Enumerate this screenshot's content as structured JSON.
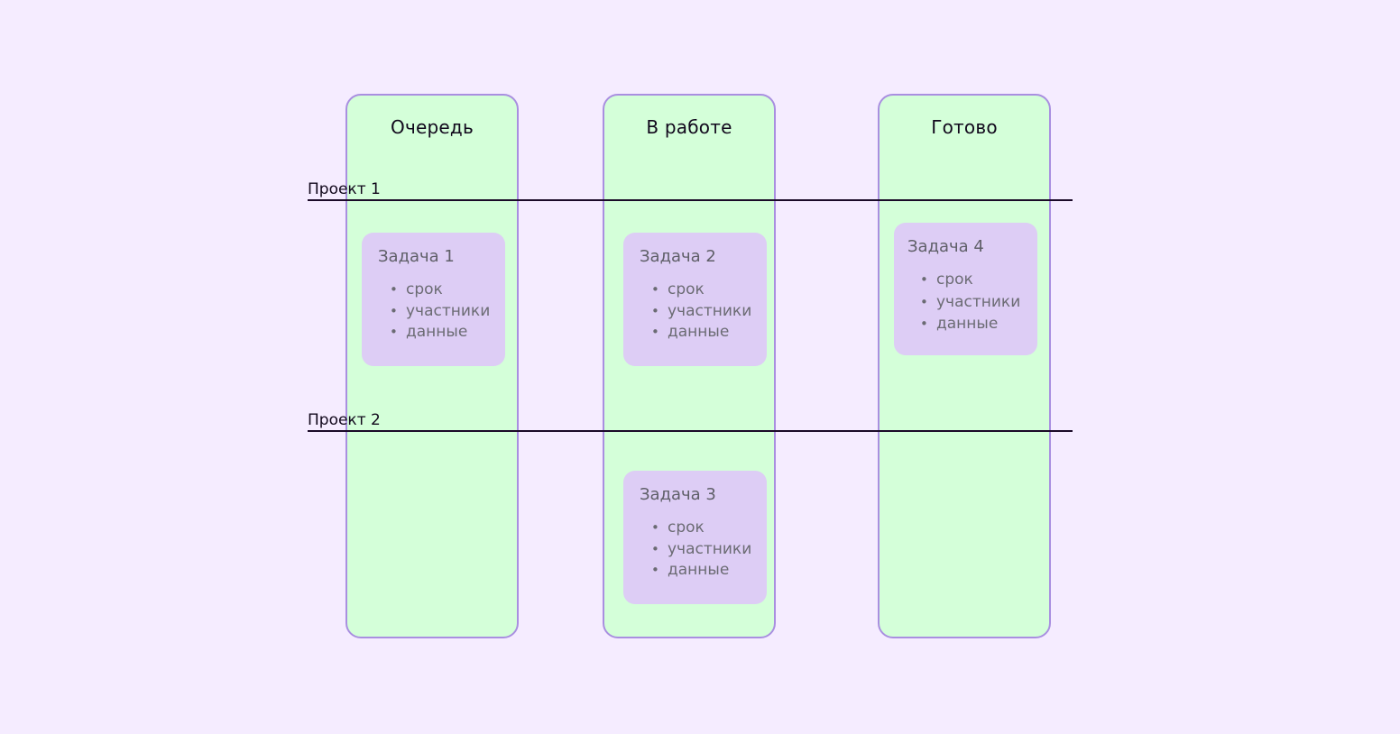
{
  "board": {
    "background_color": "#f5ecff",
    "column_fill_color": "#d4ffd9",
    "column_border_color": "#a98fe0",
    "card_fill_color": "#ddcdf5",
    "divider_color": "#1a0a28",
    "body_text_color": "#6b6b73",
    "columns": [
      {
        "title": "Очередь"
      },
      {
        "title": "В работе"
      },
      {
        "title": "Готово"
      }
    ],
    "lanes": [
      {
        "label": "Проект 1"
      },
      {
        "label": "Проект 2"
      }
    ],
    "cards": [
      {
        "title": "Задача 1",
        "column": "Очередь",
        "lane": "Проект 1",
        "bullet": "•",
        "items": [
          "срок",
          "участники",
          "данные"
        ]
      },
      {
        "title": "Задача 2",
        "column": "В работе",
        "lane": "Проект 1",
        "bullet": "•",
        "items": [
          "срок",
          "участники",
          "данные"
        ]
      },
      {
        "title": "Задача 4",
        "column": "Готово",
        "lane": "Проект 1",
        "bullet": "•",
        "items": [
          "срок",
          "участники",
          "данные"
        ]
      },
      {
        "title": "Задача 3",
        "column": "В работе",
        "lane": "Проект 2",
        "bullet": "•",
        "items": [
          "срок",
          "участники",
          "данные"
        ]
      }
    ]
  }
}
